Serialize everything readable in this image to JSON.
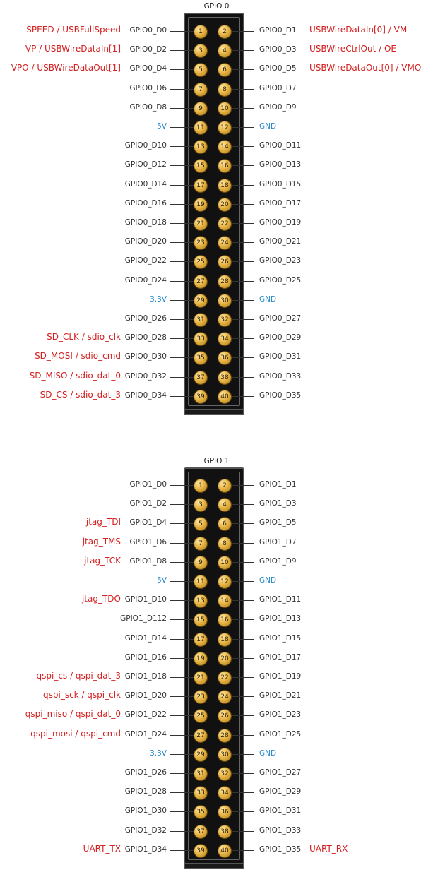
{
  "headers": [
    {
      "title": "GPIO 0",
      "colors": {
        "gnd": "#2a8ac9",
        "power": "#2a8ac9",
        "function": "#d42020"
      },
      "pins": [
        {
          "odd": {
            "n": "1",
            "label": "GPIO0_D0",
            "fn": "SPEED / USBFullSpeed"
          },
          "even": {
            "n": "2",
            "label": "GPIO0_D1",
            "fn": "USBWireDataIn[0] / VM"
          }
        },
        {
          "odd": {
            "n": "3",
            "label": "GPIO0_D2",
            "fn": "VP / USBWireDataIn[1]"
          },
          "even": {
            "n": "4",
            "label": "GPIO0_D3",
            "fn": "USBWireCtrlOut / OE"
          }
        },
        {
          "odd": {
            "n": "5",
            "label": "GPIO0_D4",
            "fn": "VPO / USBWireDataOut[1]"
          },
          "even": {
            "n": "6",
            "label": "GPIO0_D5",
            "fn": "USBWireDataOut[0] / VMO"
          }
        },
        {
          "odd": {
            "n": "7",
            "label": "GPIO0_D6",
            "fn": ""
          },
          "even": {
            "n": "8",
            "label": "GPIO0_D7",
            "fn": ""
          }
        },
        {
          "odd": {
            "n": "9",
            "label": "GPIO0_D8",
            "fn": ""
          },
          "even": {
            "n": "10",
            "label": "GPIO0_D9",
            "fn": ""
          }
        },
        {
          "odd": {
            "n": "11",
            "label": "5V",
            "fn": "",
            "pwr": true
          },
          "even": {
            "n": "12",
            "label": "GND",
            "fn": "",
            "pwr": true
          }
        },
        {
          "odd": {
            "n": "13",
            "label": "GPIO0_D10",
            "fn": ""
          },
          "even": {
            "n": "14",
            "label": "GPIO0_D11",
            "fn": ""
          }
        },
        {
          "odd": {
            "n": "15",
            "label": "GPIO0_D12",
            "fn": ""
          },
          "even": {
            "n": "16",
            "label": "GPIO0_D13",
            "fn": ""
          }
        },
        {
          "odd": {
            "n": "17",
            "label": "GPIO0_D14",
            "fn": ""
          },
          "even": {
            "n": "18",
            "label": "GPIO0_D15",
            "fn": ""
          }
        },
        {
          "odd": {
            "n": "19",
            "label": "GPIO0_D16",
            "fn": ""
          },
          "even": {
            "n": "20",
            "label": "GPIO0_D17",
            "fn": ""
          }
        },
        {
          "odd": {
            "n": "21",
            "label": "GPIO0_D18",
            "fn": ""
          },
          "even": {
            "n": "22",
            "label": "GPIO0_D19",
            "fn": ""
          }
        },
        {
          "odd": {
            "n": "23",
            "label": "GPIO0_D20",
            "fn": ""
          },
          "even": {
            "n": "24",
            "label": "GPIO0_D21",
            "fn": ""
          }
        },
        {
          "odd": {
            "n": "25",
            "label": "GPIO0_D22",
            "fn": ""
          },
          "even": {
            "n": "26",
            "label": "GPIO0_D23",
            "fn": ""
          }
        },
        {
          "odd": {
            "n": "27",
            "label": "GPIO0_D24",
            "fn": ""
          },
          "even": {
            "n": "28",
            "label": "GPIO0_D25",
            "fn": ""
          }
        },
        {
          "odd": {
            "n": "29",
            "label": "3.3V",
            "fn": "",
            "pwr": true
          },
          "even": {
            "n": "30",
            "label": "GND",
            "fn": "",
            "pwr": true
          }
        },
        {
          "odd": {
            "n": "31",
            "label": "GPIO0_D26",
            "fn": ""
          },
          "even": {
            "n": "32",
            "label": "GPIO0_D27",
            "fn": ""
          }
        },
        {
          "odd": {
            "n": "33",
            "label": "GPIO0_D28",
            "fn": "SD_CLK / sdio_clk"
          },
          "even": {
            "n": "34",
            "label": "GPIO0_D29",
            "fn": ""
          }
        },
        {
          "odd": {
            "n": "35",
            "label": "GPIO0_D30",
            "fn": "SD_MOSI / sdio_cmd"
          },
          "even": {
            "n": "36",
            "label": "GPIO0_D31",
            "fn": ""
          }
        },
        {
          "odd": {
            "n": "37",
            "label": "GPIO0_D32",
            "fn": "SD_MISO / sdio_dat_0"
          },
          "even": {
            "n": "38",
            "label": "GPIO0_D33",
            "fn": ""
          }
        },
        {
          "odd": {
            "n": "39",
            "label": "GPIO0_D34",
            "fn": "SD_CS / sdio_dat_3"
          },
          "even": {
            "n": "40",
            "label": "GPIO0_D35",
            "fn": ""
          }
        }
      ]
    },
    {
      "title": "GPIO 1",
      "colors": {
        "gnd": "#2a8ac9",
        "power": "#2a8ac9",
        "function": "#d42020"
      },
      "pins": [
        {
          "odd": {
            "n": "1",
            "label": "GPIO1_D0",
            "fn": ""
          },
          "even": {
            "n": "2",
            "label": "GPIO1_D1",
            "fn": ""
          }
        },
        {
          "odd": {
            "n": "3",
            "label": "GPIO1_D2",
            "fn": ""
          },
          "even": {
            "n": "4",
            "label": "GPIO1_D3",
            "fn": ""
          }
        },
        {
          "odd": {
            "n": "5",
            "label": "GPIO1_D4",
            "fn": "jtag_TDI"
          },
          "even": {
            "n": "6",
            "label": "GPIO1_D5",
            "fn": ""
          }
        },
        {
          "odd": {
            "n": "7",
            "label": "GPIO1_D6",
            "fn": "jtag_TMS"
          },
          "even": {
            "n": "8",
            "label": "GPIO1_D7",
            "fn": ""
          }
        },
        {
          "odd": {
            "n": "9",
            "label": "GPIO1_D8",
            "fn": "jtag_TCK"
          },
          "even": {
            "n": "10",
            "label": "GPIO1_D9",
            "fn": ""
          }
        },
        {
          "odd": {
            "n": "11",
            "label": "5V",
            "fn": "",
            "pwr": true
          },
          "even": {
            "n": "12",
            "label": "GND",
            "fn": "",
            "pwr": true
          }
        },
        {
          "odd": {
            "n": "13",
            "label": "GPIO1_D10",
            "fn": "jtag_TDO"
          },
          "even": {
            "n": "14",
            "label": "GPIO1_D11",
            "fn": ""
          }
        },
        {
          "odd": {
            "n": "15",
            "label": "GPIO1_D112",
            "fn": ""
          },
          "even": {
            "n": "16",
            "label": "GPIO1_D13",
            "fn": ""
          }
        },
        {
          "odd": {
            "n": "17",
            "label": "GPIO1_D14",
            "fn": ""
          },
          "even": {
            "n": "18",
            "label": "GPIO1_D15",
            "fn": ""
          }
        },
        {
          "odd": {
            "n": "19",
            "label": "GPIO1_D16",
            "fn": ""
          },
          "even": {
            "n": "20",
            "label": "GPIO1_D17",
            "fn": ""
          }
        },
        {
          "odd": {
            "n": "21",
            "label": "GPIO1_D18",
            "fn": "qspi_cs / qspi_dat_3"
          },
          "even": {
            "n": "22",
            "label": "GPIO1_D19",
            "fn": ""
          }
        },
        {
          "odd": {
            "n": "23",
            "label": "GPIO1_D20",
            "fn": "qspi_sck / qspi_clk"
          },
          "even": {
            "n": "24",
            "label": "GPIO1_D21",
            "fn": ""
          }
        },
        {
          "odd": {
            "n": "25",
            "label": "GPIO1_D22",
            "fn": "qspi_miso / qspi_dat_0"
          },
          "even": {
            "n": "26",
            "label": "GPIO1_D23",
            "fn": ""
          }
        },
        {
          "odd": {
            "n": "27",
            "label": "GPIO1_D24",
            "fn": "qspi_mosi / qspi_cmd"
          },
          "even": {
            "n": "28",
            "label": "GPIO1_D25",
            "fn": ""
          }
        },
        {
          "odd": {
            "n": "29",
            "label": "3.3V",
            "fn": "",
            "pwr": true
          },
          "even": {
            "n": "30",
            "label": "GND",
            "fn": "",
            "pwr": true
          }
        },
        {
          "odd": {
            "n": "31",
            "label": "GPIO1_D26",
            "fn": ""
          },
          "even": {
            "n": "32",
            "label": "GPIO1_D27",
            "fn": ""
          }
        },
        {
          "odd": {
            "n": "33",
            "label": "GPIO1_D28",
            "fn": ""
          },
          "even": {
            "n": "34",
            "label": "GPIO1_D29",
            "fn": ""
          }
        },
        {
          "odd": {
            "n": "35",
            "label": "GPIO1_D30",
            "fn": ""
          },
          "even": {
            "n": "36",
            "label": "GPIO1_D31",
            "fn": ""
          }
        },
        {
          "odd": {
            "n": "37",
            "label": "GPIO1_D32",
            "fn": ""
          },
          "even": {
            "n": "38",
            "label": "GPIO1_D33",
            "fn": ""
          }
        },
        {
          "odd": {
            "n": "39",
            "label": "GPIO1_D34",
            "fn": "UART_TX"
          },
          "even": {
            "n": "40",
            "label": "GPIO1_D35",
            "fn": "UART_RX"
          }
        }
      ]
    }
  ]
}
